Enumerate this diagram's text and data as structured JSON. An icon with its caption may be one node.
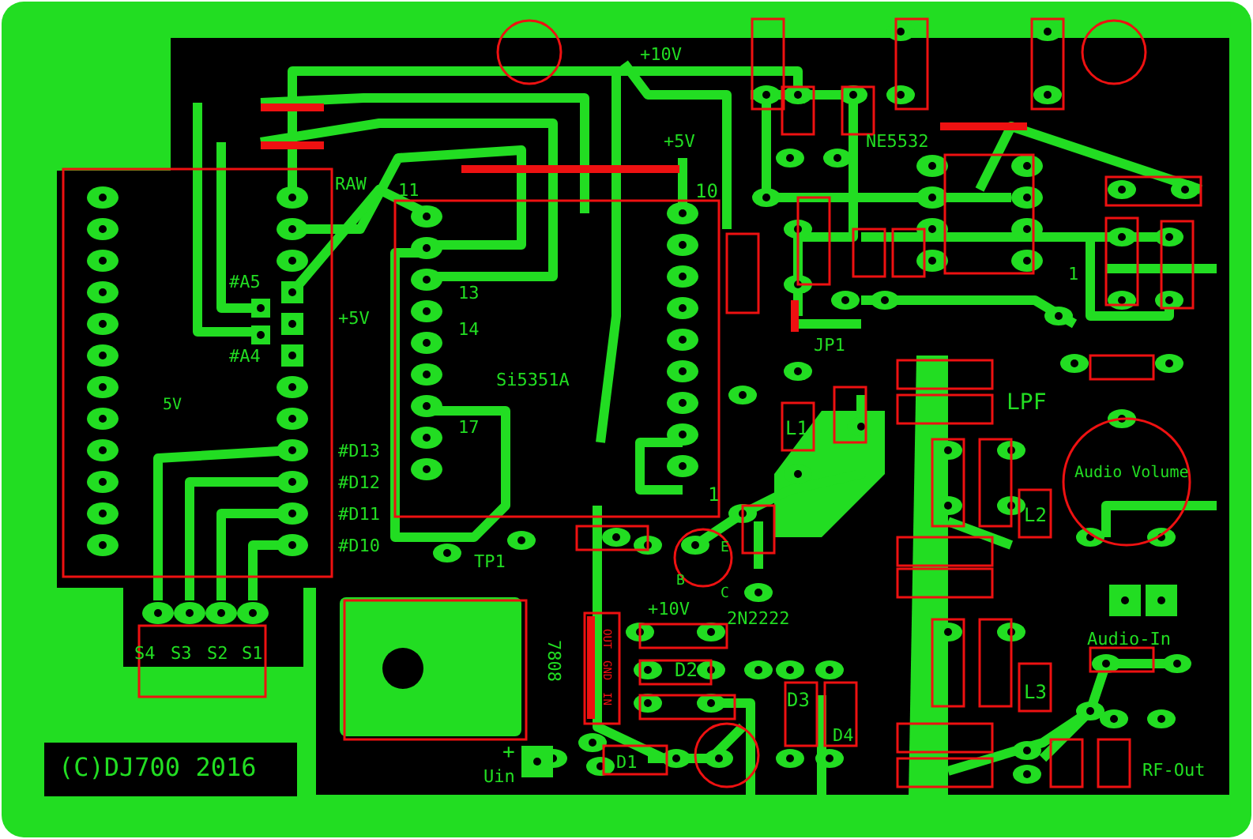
{
  "diagram": {
    "labels": [
      "+10V",
      "+5V",
      "NE5532",
      "RAW",
      "11",
      "10",
      "+5V",
      "#A5",
      "1",
      "13",
      "14",
      "JP1",
      "#A4",
      "Si5351A",
      "5V",
      "L1",
      "LPF",
      "17",
      "#D13",
      "Audio Volume",
      "#D12",
      "1",
      "#D11",
      "L2",
      "#D10",
      "E",
      "TP1",
      "B",
      "C",
      "+10V",
      "2N2222",
      "Audio-In",
      "S4",
      "S3",
      "S2",
      "S1",
      "OUT",
      "7808",
      "GND",
      "D2",
      "IN",
      "D3",
      "L3",
      "D4",
      "+",
      "D1",
      "Uin",
      "(C)DJ700 2016",
      "RF-Out"
    ]
  }
}
